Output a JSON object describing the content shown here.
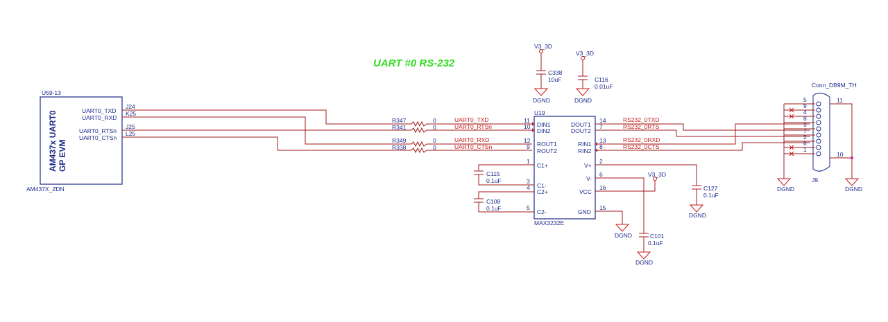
{
  "title": "UART #0 RS-232",
  "u59": {
    "ref": "U59-13",
    "part": "AM437X_ZDN",
    "name_line1": "AM437x UART0",
    "name_line2": "GP EVM",
    "pins": [
      {
        "ball": "J24",
        "name": "UART0_TXD"
      },
      {
        "ball": "K25",
        "name": "UART0_RXD"
      },
      {
        "ball": "J25",
        "name": "UART0_RTSn"
      },
      {
        "ball": "L25",
        "name": "UART0_CTSn"
      }
    ]
  },
  "resistors": [
    {
      "ref": "R347",
      "value": "0",
      "net": "UART0_TXD"
    },
    {
      "ref": "R341",
      "value": "0",
      "net": "UART0_RTSn"
    },
    {
      "ref": "R349",
      "value": "0",
      "net": "UART0_RXD"
    },
    {
      "ref": "R338",
      "value": "0",
      "net": "UART0_CTSn"
    }
  ],
  "u19": {
    "ref": "U19",
    "part": "MAX3232E",
    "left_pins": [
      {
        "num": "11",
        "name": "DIN1"
      },
      {
        "num": "10",
        "name": "DIN2"
      },
      {
        "num": "12",
        "name": "ROUT1"
      },
      {
        "num": "9",
        "name": "ROUT2"
      },
      {
        "num": "1",
        "name": "C1+"
      },
      {
        "num": "3",
        "name": "C1-"
      },
      {
        "num": "4",
        "name": "C2+"
      },
      {
        "num": "5",
        "name": "C2-"
      }
    ],
    "right_pins": [
      {
        "num": "14",
        "name": "DOUT1",
        "net": "RS232_0TXD"
      },
      {
        "num": "7",
        "name": "DOUT2",
        "net": "RS232_0RTS"
      },
      {
        "num": "13",
        "name": "RIN1",
        "net": "RS232_0RXD"
      },
      {
        "num": "8",
        "name": "RIN2",
        "net": "RS232_0CTS"
      },
      {
        "num": "2",
        "name": "V+"
      },
      {
        "num": "6",
        "name": "V-"
      },
      {
        "num": "16",
        "name": "VCC"
      },
      {
        "num": "15",
        "name": "GND"
      }
    ]
  },
  "capacitors": [
    {
      "ref": "C338",
      "value": "10uF"
    },
    {
      "ref": "C116",
      "value": "0.01uF"
    },
    {
      "ref": "C115",
      "value": "0.1uF"
    },
    {
      "ref": "C108",
      "value": "0.1uF"
    },
    {
      "ref": "C127",
      "value": "0.1uF"
    },
    {
      "ref": "C101",
      "value": "0.1uF"
    }
  ],
  "power_labels": [
    "V3_3D",
    "V3_3D",
    "V3_3D"
  ],
  "ground_label": "DGND",
  "connector": {
    "ref": "J9",
    "name": "Conn_DB9M_TH",
    "pins": [
      "5",
      "9",
      "4",
      "8",
      "3",
      "7",
      "2",
      "6",
      "1"
    ],
    "shell_pins": [
      "11",
      "10"
    ]
  }
}
